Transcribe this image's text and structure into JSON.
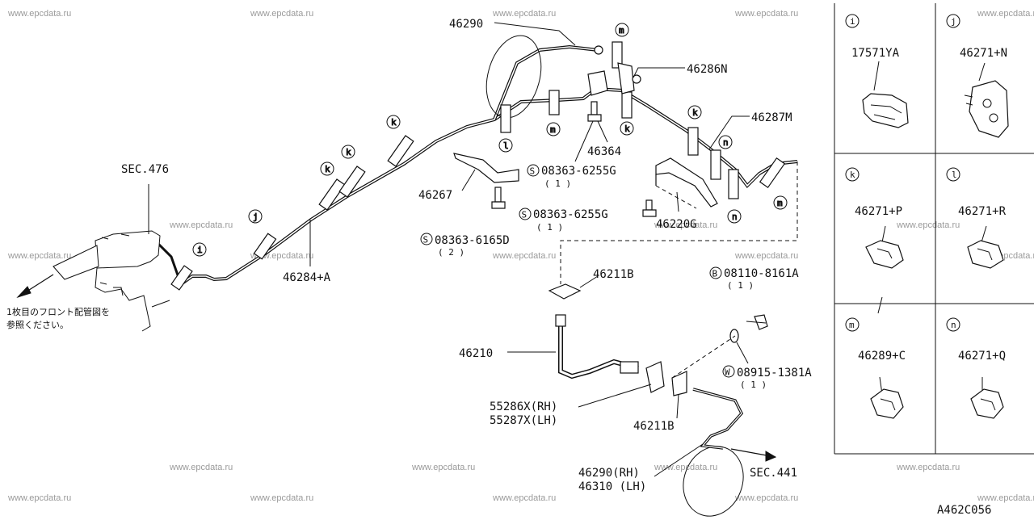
{
  "watermark": "www.epcdata.ru",
  "sec_476": "SEC.476",
  "sec_441": "SEC.441",
  "note": [
    "1枚目のフロント配管図を",
    "参照ください。"
  ],
  "parts": {
    "p46290": "46290",
    "p46286N": "46286N",
    "p46287M": "46287M",
    "p46364": "46364",
    "p46267": "46267",
    "p46220G": "46220G",
    "p46284A": "46284+A",
    "p46211B_top": "46211B",
    "p46211B_bot": "46211B",
    "p46210": "46210",
    "p55286": "55286X(RH)",
    "p55287": "55287X(LH)",
    "p46290RH": "46290(RH)",
    "p46310LH": "46310 (LH)"
  },
  "fasteners": {
    "s1": {
      "symbol": "S",
      "code": "08363-6255G",
      "qty": "( 1 )"
    },
    "s2": {
      "symbol": "S",
      "code": "08363-6255G",
      "qty": "( 1 )"
    },
    "s3": {
      "symbol": "S",
      "code": "08363-6165D",
      "qty": "( 2 )"
    },
    "b1": {
      "symbol": "B",
      "code": "08110-8161A",
      "qty": "( 1 )"
    },
    "w1": {
      "symbol": "W",
      "code": "08915-1381A",
      "qty": "( 1 )"
    }
  },
  "clip_callouts": {
    "i": "i",
    "j": "j",
    "k1": "k",
    "k2": "k",
    "k3": "k",
    "k4": "k",
    "k5": "k",
    "l": "l",
    "m1": "m",
    "m2": "m",
    "m3": "m",
    "n1": "n",
    "n2": "n"
  },
  "clip_panels": [
    {
      "letter": "i",
      "part": "17571YA"
    },
    {
      "letter": "j",
      "part": "46271+N"
    },
    {
      "letter": "k",
      "part": "46271+P"
    },
    {
      "letter": "l",
      "part": "46271+R"
    },
    {
      "letter": "m",
      "part": "46289+C"
    },
    {
      "letter": "n",
      "part": "46271+Q"
    }
  ],
  "diagram_code": "A462C056"
}
